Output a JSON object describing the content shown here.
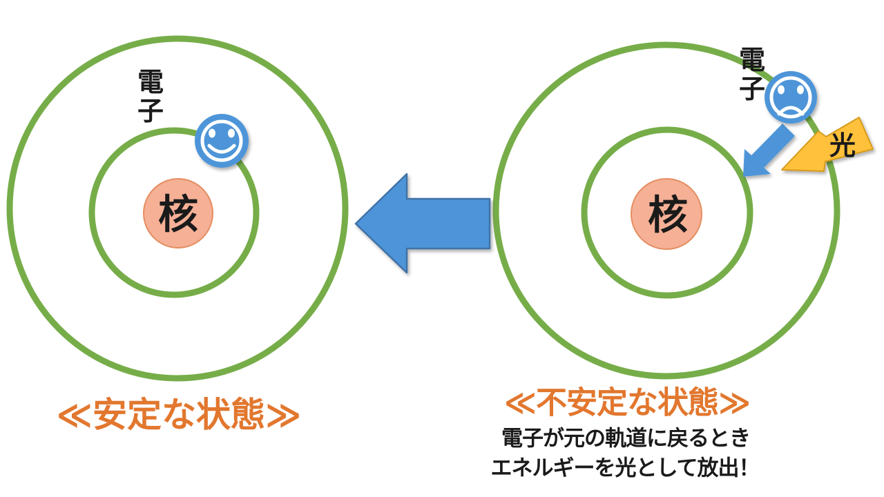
{
  "slide": {
    "background": "#FFFFFF",
    "left_atom": {
      "electron_label": "電子",
      "electron_label_lines": [
        "電",
        "子"
      ],
      "electron_mood": "happy",
      "nucleus_label": "核",
      "caption": "≪安定な状態≫"
    },
    "right_atom": {
      "electron_label": "電子",
      "electron_label_lines": [
        "電",
        "子"
      ],
      "electron_mood": "sad",
      "nucleus_label": "核",
      "light_label": "光",
      "caption": "≪不安定な状態≫",
      "note_lines": [
        "電子が元の軌道に戻るとき",
        "エネルギーを光として放出！"
      ]
    },
    "transition_arrow": {
      "direction": "left"
    },
    "icons": {
      "left_electron": "smiley-face-icon",
      "right_electron": "frowny-face-icon",
      "energy_flash": "lightning-bolt-icon",
      "state_transition": "left-block-arrow-icon",
      "electron_return": "down-left-block-arrow-icon"
    },
    "colors": {
      "background": "#FFFFFF",
      "green": "#76AD49",
      "blue": "#4E95D8",
      "blue_dark": "#3F72A6",
      "gold": "#FFC13B",
      "gold_dark": "#D69B1E",
      "nucleus_fill": "#F5B096",
      "nucleus_stroke": "#E58D60",
      "caption_orange": "#E2772E",
      "text_black": "#1A1A1A"
    }
  }
}
